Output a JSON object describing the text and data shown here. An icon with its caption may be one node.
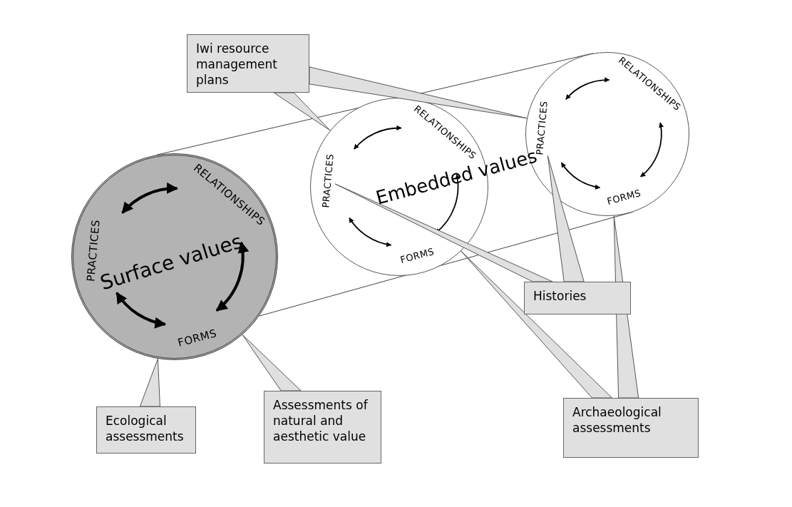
{
  "diagram": {
    "nodes": [
      {
        "text": [
          "Surface values"
        ]
      },
      {
        "text": [
          "RELATIONSHIPS"
        ],
        "in": 0
      },
      {
        "text": [
          "FORMS"
        ],
        "in": 0
      },
      {
        "text": [
          "PRACTICES"
        ],
        "in": 0
      },
      {
        "text": [],
        "shape": "circle"
      },
      {
        "text": [
          "RELATIONSHIPS"
        ],
        "in": 4
      },
      {
        "text": [
          "FORMS"
        ],
        "in": 4
      },
      {
        "text": [
          "PRACTICES"
        ],
        "in": 4
      },
      {
        "text": [],
        "shape": "circle"
      },
      {
        "text": [
          "RELATIONSHIPS"
        ],
        "in": 8
      },
      {
        "text": [
          "FORMS"
        ],
        "in": 8
      },
      {
        "text": [
          "PRACTICES"
        ],
        "in": 8
      },
      {
        "text": [
          "Iwi resource management plans"
        ]
      },
      {
        "text": [
          "Histories"
        ]
      },
      {
        "text": [
          "Ecological assessments"
        ]
      },
      {
        "text": [
          "Assessments of natural and aesthetic value"
        ]
      },
      {
        "text": [
          "Archaeological assessments"
        ]
      }
    ],
    "edges": [
      {
        "from": 1,
        "to": 3,
        "arrow": "both",
        "style": "thick"
      },
      {
        "from": 1,
        "to": 2,
        "arrow": "both",
        "style": "thick"
      },
      {
        "from": 3,
        "to": 2,
        "arrow": "both",
        "style": "thick"
      },
      {
        "from": 5,
        "to": 7,
        "arrow": "both"
      },
      {
        "from": 5,
        "to": 6,
        "arrow": "both"
      },
      {
        "from": 7,
        "to": 6,
        "arrow": "both"
      },
      {
        "from": 9,
        "to": 11,
        "arrow": "both"
      },
      {
        "from": 9,
        "to": 10,
        "arrow": "both"
      },
      {
        "from": 11,
        "to": 10,
        "arrow": "both"
      },
      {
        "from": 12,
        "to": 4,
        "arrow": "none"
      },
      {
        "from": 12,
        "to": 8,
        "arrow": "none"
      },
      {
        "from": 13,
        "to": 7,
        "arrow": "none"
      },
      {
        "from": 13,
        "to": 11,
        "arrow": "none"
      },
      {
        "from": 14,
        "to": 0,
        "arrow": "none"
      },
      {
        "from": 15,
        "to": 0,
        "arrow": "none"
      },
      {
        "from": 16,
        "to": 4,
        "arrow": "none"
      },
      {
        "from": 16,
        "to": 8,
        "arrow": "none"
      },
      {
        "from": 0,
        "to": 8,
        "arrow": "none"
      },
      {
        "from": 0,
        "to": 8,
        "arrow": "none"
      }
    ],
    "labels": [
      "Embedded values"
    ]
  }
}
